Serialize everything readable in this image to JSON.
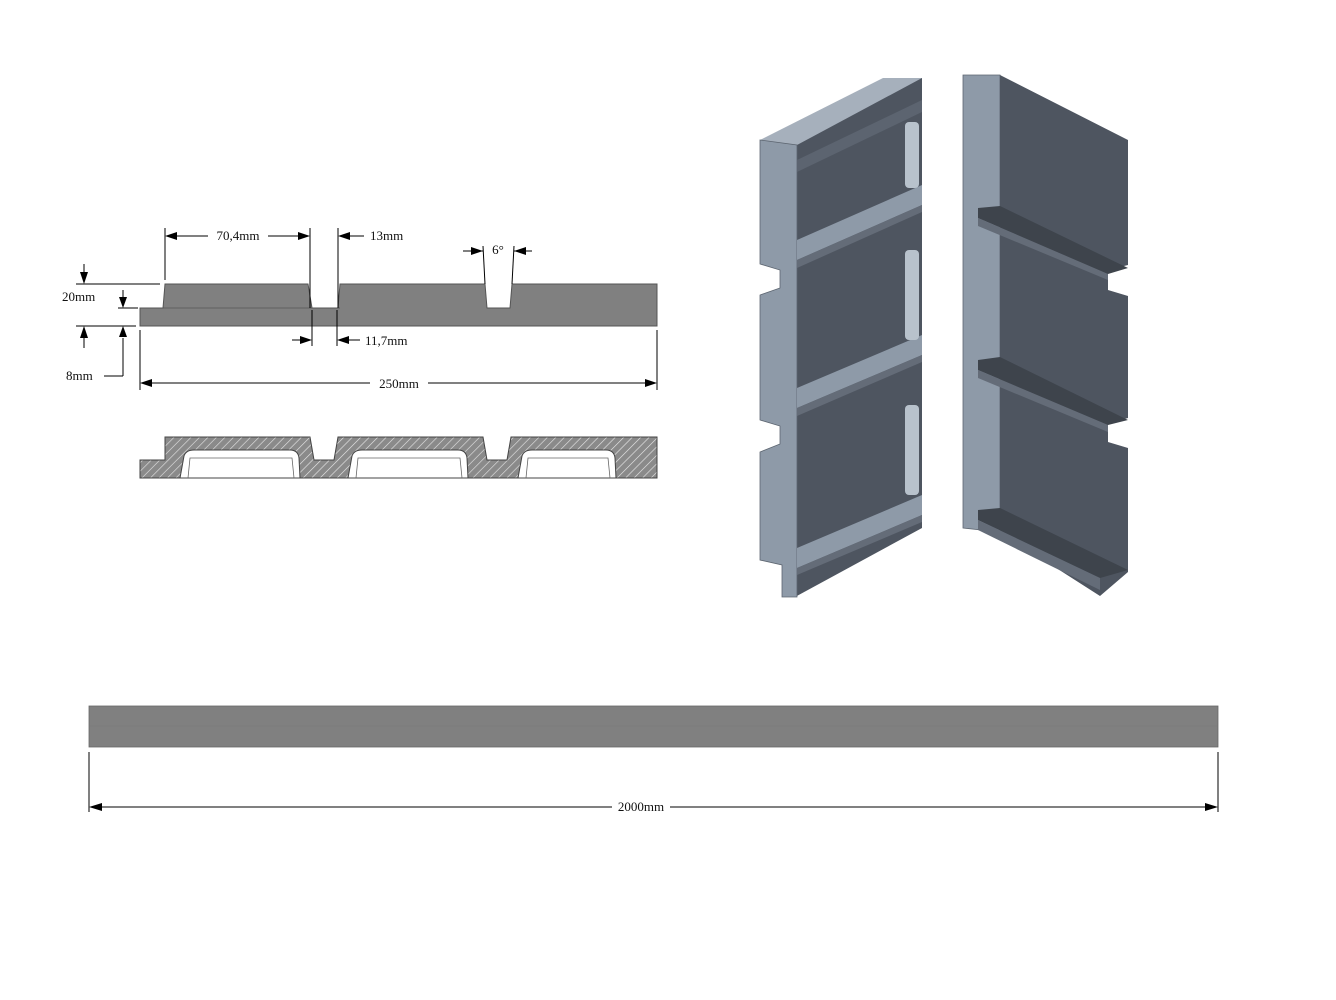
{
  "dimensions": {
    "groove_spacing": "70,4mm",
    "groove_width_top": "13mm",
    "draft_angle": "6°",
    "total_height": "20mm",
    "groove_width_bottom": "11,7mm",
    "base_height": "8mm",
    "profile_width": "250mm",
    "total_length": "2000mm"
  },
  "colors": {
    "profile_fill": "#808080",
    "iso_light": "#8e9aa8",
    "iso_dark": "#4e5560",
    "iso_mid": "#646c78",
    "hatch": "#7a7a7a"
  }
}
